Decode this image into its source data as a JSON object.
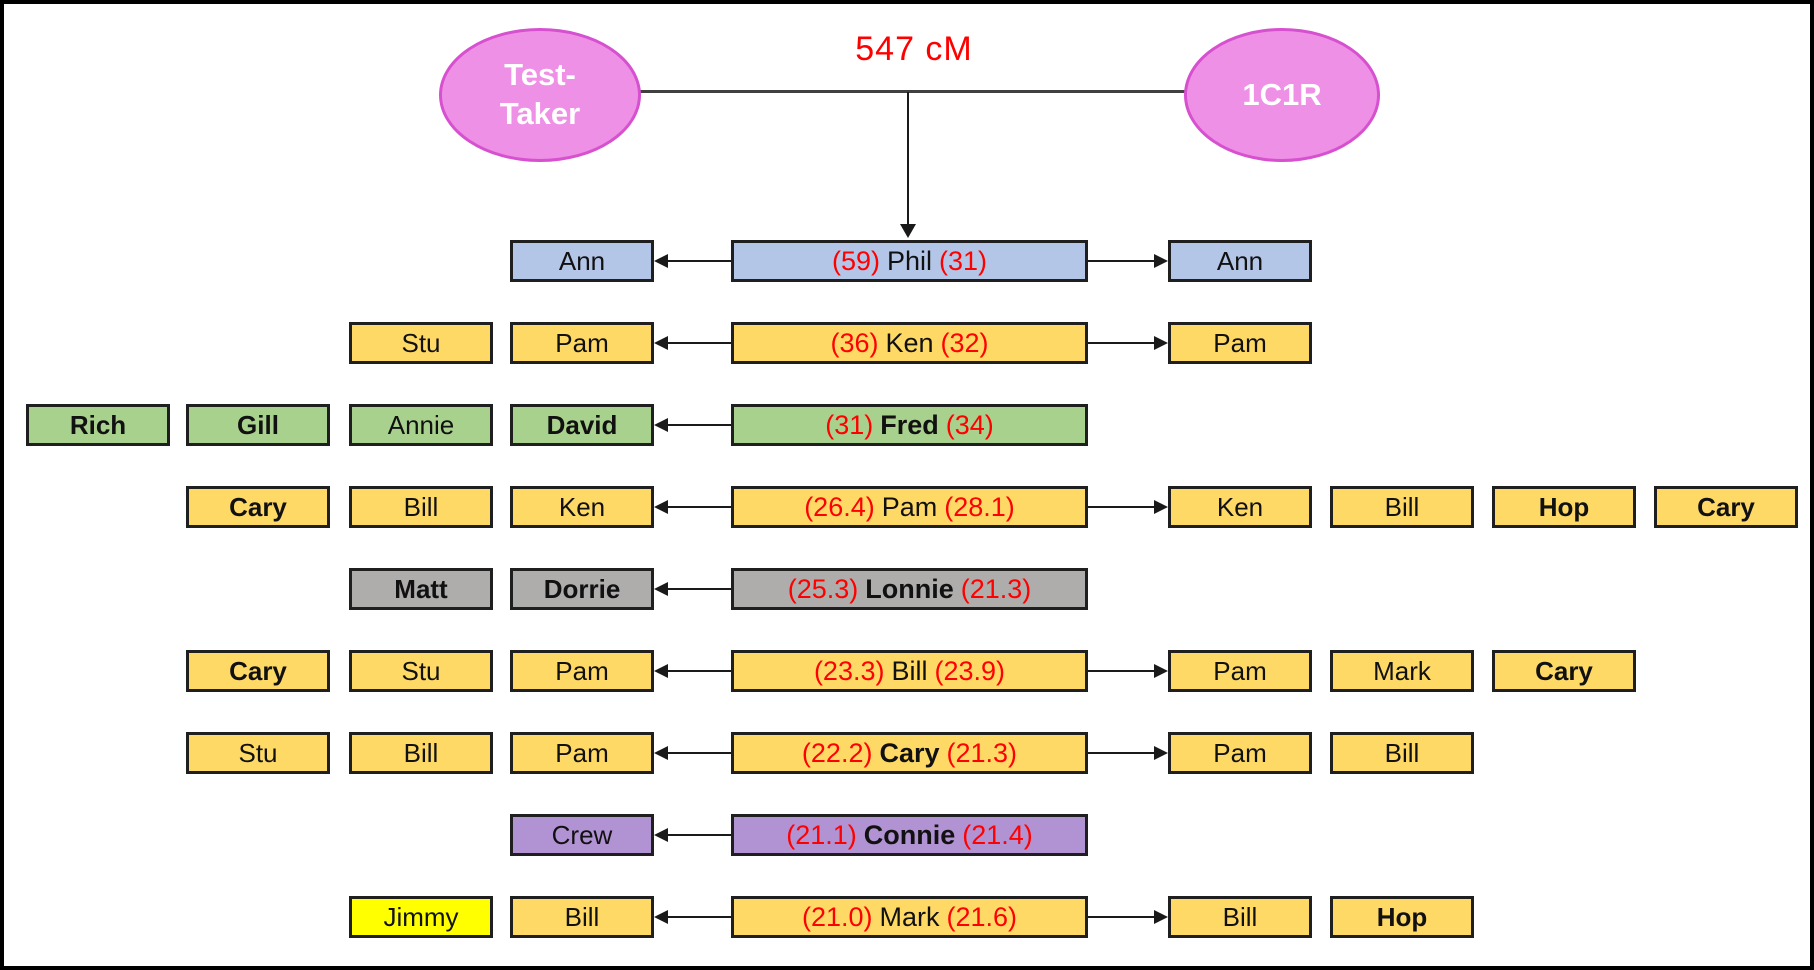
{
  "header": {
    "shared_cm_label": "547 cM",
    "left_node": {
      "line1": "Test-",
      "line2": "Taker"
    },
    "right_node": {
      "label": "1C1R"
    }
  },
  "palette": {
    "blue": "#B4C6E7",
    "gold": "#FFD966",
    "green": "#A9D18E",
    "gray": "#AFACAC",
    "purple": "#B192D3",
    "yellow": "#FFFF00",
    "pink_fill": "#EE90E6",
    "pink_border": "#D650D0",
    "red_text": "#FF0000"
  },
  "rows": [
    {
      "color": "blue",
      "center": {
        "left_value": "(59)",
        "name": "Phil",
        "right_value": "(31)",
        "bold": false
      },
      "left_boxes": [
        {
          "label": "Ann",
          "col": "D",
          "bold": false
        }
      ],
      "right_boxes": [
        {
          "label": "Ann",
          "col": "E",
          "bold": false
        }
      ],
      "arrow_left": true,
      "arrow_right": true
    },
    {
      "color": "gold",
      "center": {
        "left_value": "(36)",
        "name": "Ken",
        "right_value": "(32)",
        "bold": false
      },
      "left_boxes": [
        {
          "label": "Stu",
          "col": "C",
          "bold": false
        },
        {
          "label": "Pam",
          "col": "D",
          "bold": false
        }
      ],
      "right_boxes": [
        {
          "label": "Pam",
          "col": "E",
          "bold": false
        }
      ],
      "arrow_left": true,
      "arrow_right": true
    },
    {
      "color": "green",
      "center": {
        "left_value": "(31)",
        "name": "Fred",
        "right_value": "(34)",
        "bold": true
      },
      "left_boxes": [
        {
          "label": "Rich",
          "col": "A",
          "bold": true
        },
        {
          "label": "Gill",
          "col": "B",
          "bold": true
        },
        {
          "label": "Annie",
          "col": "C",
          "bold": false
        },
        {
          "label": "David",
          "col": "D",
          "bold": true
        }
      ],
      "right_boxes": [],
      "arrow_left": true,
      "arrow_right": false
    },
    {
      "color": "gold",
      "center": {
        "left_value": "(26.4)",
        "name": "Pam",
        "right_value": "(28.1)",
        "bold": false
      },
      "left_boxes": [
        {
          "label": "Cary",
          "col": "B",
          "bold": true
        },
        {
          "label": "Bill",
          "col": "C",
          "bold": false
        },
        {
          "label": "Ken",
          "col": "D",
          "bold": false
        }
      ],
      "right_boxes": [
        {
          "label": "Ken",
          "col": "E",
          "bold": false
        },
        {
          "label": "Bill",
          "col": "F",
          "bold": false
        },
        {
          "label": "Hop",
          "col": "G",
          "bold": true
        },
        {
          "label": "Cary",
          "col": "H",
          "bold": true
        }
      ],
      "arrow_left": true,
      "arrow_right": true
    },
    {
      "color": "gray",
      "center": {
        "left_value": "(25.3)",
        "name": "Lonnie",
        "right_value": "(21.3)",
        "bold": true
      },
      "left_boxes": [
        {
          "label": "Matt",
          "col": "C",
          "bold": true
        },
        {
          "label": "Dorrie",
          "col": "D",
          "bold": true
        }
      ],
      "right_boxes": [],
      "arrow_left": true,
      "arrow_right": false
    },
    {
      "color": "gold",
      "center": {
        "left_value": "(23.3)",
        "name": "Bill",
        "right_value": "(23.9)",
        "bold": false
      },
      "left_boxes": [
        {
          "label": "Cary",
          "col": "B",
          "bold": true
        },
        {
          "label": "Stu",
          "col": "C",
          "bold": false
        },
        {
          "label": "Pam",
          "col": "D",
          "bold": false
        }
      ],
      "right_boxes": [
        {
          "label": "Pam",
          "col": "E",
          "bold": false
        },
        {
          "label": "Mark",
          "col": "F",
          "bold": false
        },
        {
          "label": "Cary",
          "col": "G",
          "bold": true
        }
      ],
      "arrow_left": true,
      "arrow_right": true
    },
    {
      "color": "gold",
      "center": {
        "left_value": "(22.2)",
        "name": "Cary",
        "right_value": "(21.3)",
        "bold": true
      },
      "left_boxes": [
        {
          "label": "Stu",
          "col": "B",
          "bold": false
        },
        {
          "label": "Bill",
          "col": "C",
          "bold": false
        },
        {
          "label": "Pam",
          "col": "D",
          "bold": false
        }
      ],
      "right_boxes": [
        {
          "label": "Pam",
          "col": "E",
          "bold": false
        },
        {
          "label": "Bill",
          "col": "F",
          "bold": false
        }
      ],
      "arrow_left": true,
      "arrow_right": true
    },
    {
      "color": "purple",
      "center": {
        "left_value": "(21.1)",
        "name": "Connie",
        "right_value": "(21.4)",
        "bold": true
      },
      "left_boxes": [
        {
          "label": "Crew",
          "col": "D",
          "bold": false
        }
      ],
      "right_boxes": [],
      "arrow_left": true,
      "arrow_right": false
    },
    {
      "color": "gold",
      "center": {
        "left_value": "(21.0)",
        "name": "Mark",
        "right_value": "(21.6)",
        "bold": false
      },
      "left_boxes": [
        {
          "label": "Jimmy",
          "col": "C",
          "bold": false,
          "fill": "yellow"
        },
        {
          "label": "Bill",
          "col": "D",
          "bold": false
        }
      ],
      "right_boxes": [
        {
          "label": "Bill",
          "col": "E",
          "bold": false
        },
        {
          "label": "Hop",
          "col": "F",
          "bold": true
        }
      ],
      "arrow_left": true,
      "arrow_right": true
    }
  ]
}
